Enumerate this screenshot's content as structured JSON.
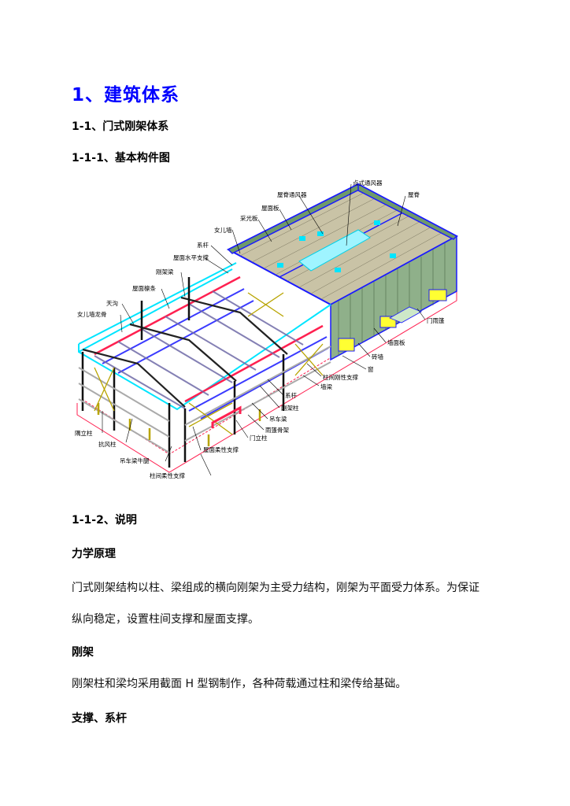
{
  "document": {
    "title": "1、建筑体系",
    "section": "1-1、门式刚架体系",
    "subsection_1": "1-1-1、基本构件图",
    "subsection_2": "1-1-2、说明",
    "blocks": [
      {
        "heading": "力学原理",
        "lines": [
          "门式刚架结构以柱、梁组成的横向刚架为主受力结构，刚架为平面受力体系。为保证",
          "纵向稳定，设置柱间支撑和屋面支撑。"
        ]
      },
      {
        "heading": "刚架",
        "lines": [
          "刚架柱和梁均采用截面 H 型钢制作，各种荷载通过柱和梁传给基础。"
        ]
      },
      {
        "heading": "支撑、系杆",
        "lines": []
      }
    ],
    "title_color": "#0000ff"
  },
  "figure": {
    "description": "门式刚架轻钢厂房基本构件轴测图",
    "colors": {
      "frame_blue": "#1a1aff",
      "gutter_cyan": "#00e5ff",
      "foundation_red": "#ff2050",
      "wall_green": "#7fa07a",
      "bracing_olive": "#b8a400",
      "roof_tan": "#c9c3a6"
    },
    "labels": {
      "point_ventilator": "点式通风器",
      "ridge_ventilator": "屋脊通风器",
      "ridge": "屋脊",
      "roof_panel": "屋面板",
      "skylight_panel": "采光板",
      "parapet": "女儿墙",
      "tie_rod_top": "系杆",
      "roof_horizontal_bracing": "屋面水平支撑",
      "frame_beam": "刚架梁",
      "roof_purlin": "屋面檩条",
      "gutter": "天沟",
      "parapet_keel": "女儿墙龙骨",
      "door_canopy": "门雨篷",
      "wall_panel": "墙面板",
      "brick_wall": "砖墙",
      "window": "窗",
      "column_rigid_bracing": "柱间刚性支撑",
      "wall_girt": "墙梁",
      "tie_rod": "系杆",
      "frame_column": "刚架柱",
      "crane_beam": "吊车梁",
      "canopy_frame": "雨篷骨架",
      "door_post": "门立柱",
      "corner_post": "隅立柱",
      "wind_column": "抗风柱",
      "crane_bracket": "吊车梁牛腿",
      "roof_flexible_bracing": "屋面柔性支撑",
      "column_flexible_bracing": "柱间柔性支撑"
    }
  }
}
